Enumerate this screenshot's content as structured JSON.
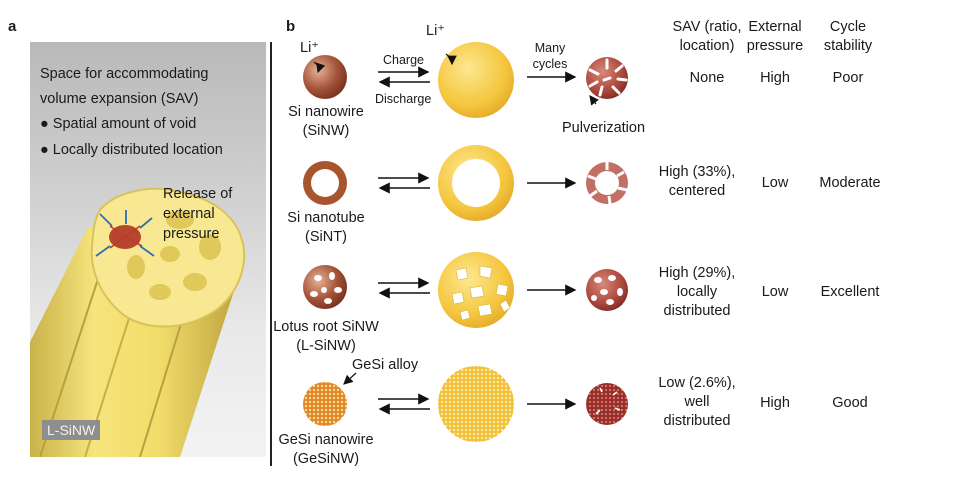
{
  "panel_a": {
    "letter": "a",
    "title_line1": "Space for accommodating",
    "title_line2": "volume expansion (SAV)",
    "bullet1": "Spatial amount of void",
    "bullet2": "Locally distributed location",
    "release_line1": "Release of",
    "release_line2": "external",
    "release_line3": "pressure",
    "tag": "L-SiNW",
    "colors": {
      "wire": "#f2df74",
      "wire_dark": "#c8b14a",
      "arrow_red": "#c0392b",
      "arrow_blue": "#2f6db5"
    }
  },
  "panel_b": {
    "letter": "b",
    "headers": {
      "sav_line1": "SAV (ratio,",
      "sav_line2": "location)",
      "pressure_line1": "External",
      "pressure_line2": "pressure",
      "cycle_line1": "Cycle",
      "cycle_line2": "stability"
    },
    "labels": {
      "li_plus_1": "Li⁺",
      "li_plus_2": "Li⁺",
      "charge": "Charge",
      "discharge": "Discharge",
      "many_cycles_1": "Many",
      "many_cycles_2": "cycles",
      "pulverization": "Pulverization",
      "gesi_alloy": "GeSi alloy"
    },
    "rows": [
      {
        "name_line1": "Si nanowire",
        "name_line2": "(SiNW)",
        "sav_line1": "None",
        "sav_line2": "",
        "pressure": "High",
        "stability": "Poor"
      },
      {
        "name_line1": "Si nanotube",
        "name_line2": "(SiNT)",
        "sav_line1": "High (33%),",
        "sav_line2": "centered",
        "pressure": "Low",
        "stability": "Moderate"
      },
      {
        "name_line1": "Lotus root SiNW",
        "name_line2": "(L-SiNW)",
        "sav_line1": "High (29%),",
        "sav_line2": "locally",
        "sav_line3": "distributed",
        "pressure": "Low",
        "stability": "Excellent"
      },
      {
        "name_line1": "GeSi nanowire",
        "name_line2": "(GeSiNW)",
        "sav_line1": "Low (2.6%),",
        "sav_line2": "well",
        "sav_line3": "distributed",
        "pressure": "High",
        "stability": "Good"
      }
    ],
    "colors": {
      "si_brown": "#9b4a2c",
      "si_brown_light": "#d39a7a",
      "yellow": "#f5c842",
      "yellow_light": "#fde488",
      "pulver_red": "#a33a32",
      "gesi_orange": "#e0892a"
    }
  }
}
